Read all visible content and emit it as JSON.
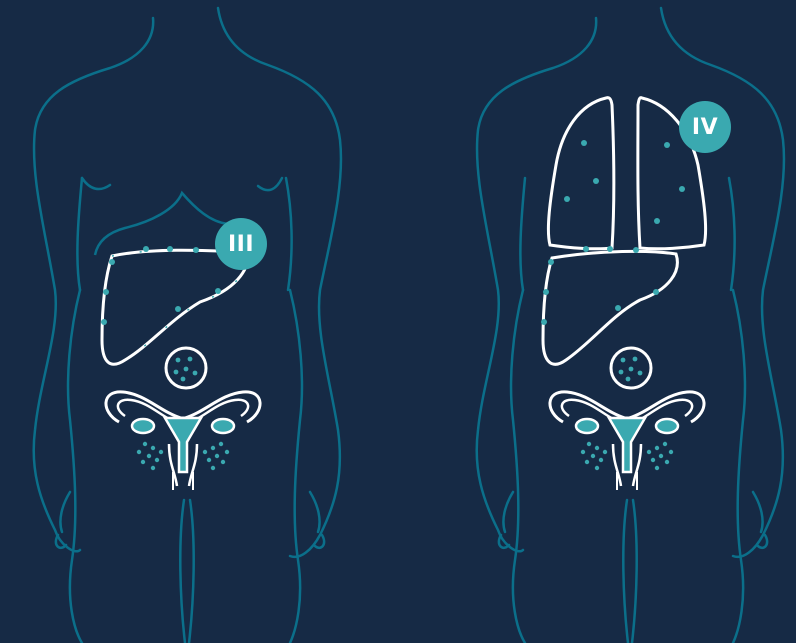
{
  "colors": {
    "background": "#162a45",
    "body_outline": "#0b6f8a",
    "organ_outline": "#ffffff",
    "accent": "#3aa9b0"
  },
  "figures": [
    {
      "stage_badge": "III",
      "organs_shown": [
        "liver",
        "bowel",
        "ovaries-uterus"
      ]
    },
    {
      "stage_badge": "IV",
      "organs_shown": [
        "lungs",
        "liver",
        "bowel",
        "ovaries-uterus"
      ]
    }
  ]
}
